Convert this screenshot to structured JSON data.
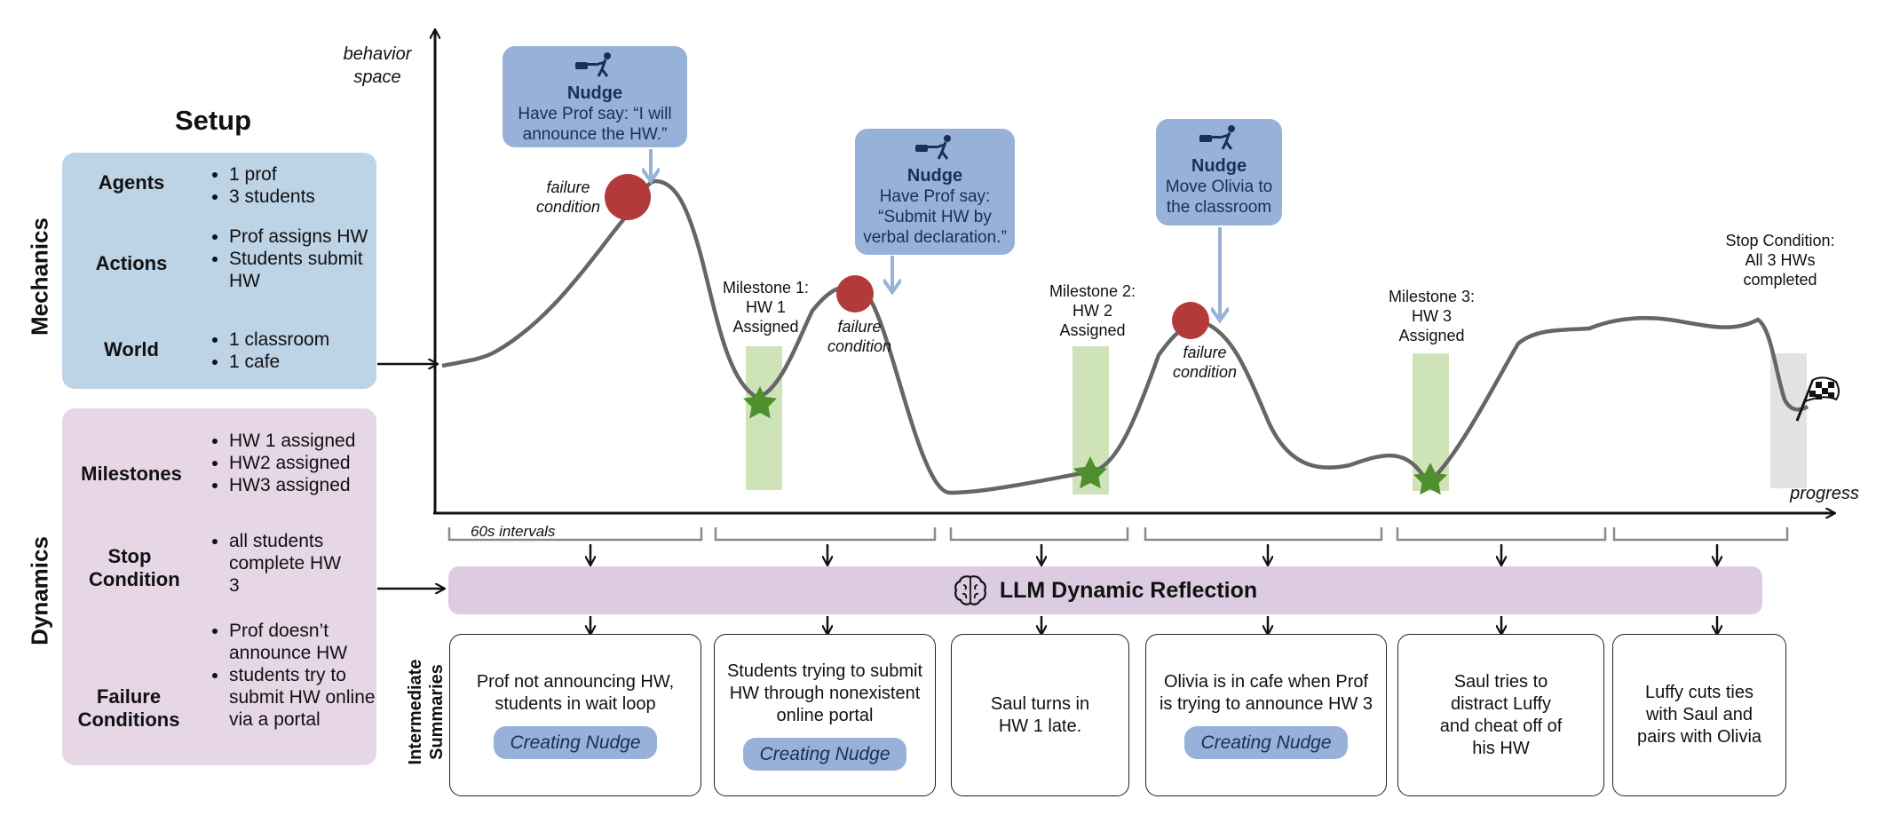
{
  "setup": {
    "title": "Setup",
    "mechanics_label": "Mechanics",
    "dynamics_label": "Dynamics",
    "mechanics": [
      {
        "label": "Agents",
        "items": [
          "1 prof",
          "3 students"
        ]
      },
      {
        "label": "Actions",
        "items": [
          "Prof assigns HW",
          "Students submit HW"
        ]
      },
      {
        "label": "World",
        "items": [
          "1 classroom",
          "1 cafe"
        ]
      }
    ],
    "dynamics": [
      {
        "label": "Milestones",
        "items": [
          "HW 1 assigned",
          "HW2 assigned",
          "HW3 assigned"
        ]
      },
      {
        "label": "Stop Condition",
        "items": [
          "all students complete HW 3"
        ]
      },
      {
        "label": "Failure Conditions",
        "items": [
          "Prof doesn’t announce HW",
          "students try to submit HW online via a portal"
        ]
      }
    ]
  },
  "chart": {
    "y_axis_label_1": "behavior",
    "y_axis_label_2": "space",
    "x_axis_label": "progress",
    "interval_label": "60s intervals",
    "failure_label_1": "failure",
    "failure_label_2": "condition",
    "nudge_title": "Nudge",
    "nudges": [
      {
        "lines": [
          "Have Prof say: “I will",
          "announce the HW.”"
        ]
      },
      {
        "lines": [
          "Have Prof say:",
          "“Submit HW by",
          "verbal declaration.”"
        ]
      },
      {
        "lines": [
          "Move Olivia to",
          "the classroom"
        ]
      }
    ],
    "milestones": [
      {
        "lines": [
          "Milestone 1:",
          "HW 1",
          "Assigned"
        ]
      },
      {
        "lines": [
          "Milestone 2:",
          "HW 2",
          "Assigned"
        ]
      },
      {
        "lines": [
          "Milestone 3:",
          "HW 3",
          "Assigned"
        ]
      }
    ],
    "stop": {
      "lines": [
        "Stop Condition:",
        "All 3 HWs",
        "completed"
      ]
    }
  },
  "reflection": {
    "label": "LLM Dynamic Reflection"
  },
  "summaries": {
    "label_1": "Intermediate",
    "label_2": "Summaries",
    "nudge_button": "Creating Nudge",
    "items": [
      {
        "text": "Prof not announcing HW, students in wait loop"
      },
      {
        "text": "Students trying to submit HW through nonexistent online portal"
      },
      {
        "text": "Saul turns in HW 1 late."
      },
      {
        "text": "Olivia is in cafe when Prof is trying to announce HW 3"
      },
      {
        "text": "Saul tries to distract Luffy and cheat off of his HW"
      },
      {
        "text": "Luffy cuts ties with Saul and pairs with Olivia"
      }
    ]
  },
  "colors": {
    "mechanics_panel": "#bdd3e6",
    "dynamics_panel": "#e7d7e6",
    "nudge_box": "#97b1d8",
    "failure_marker": "#b23a3a",
    "milestone_bar": "#cfe3b8",
    "milestone_star": "#4f8f2e",
    "stop_bar": "#e2e2e2",
    "curve": "#666666",
    "reflection_bar": "#dccbe1"
  }
}
